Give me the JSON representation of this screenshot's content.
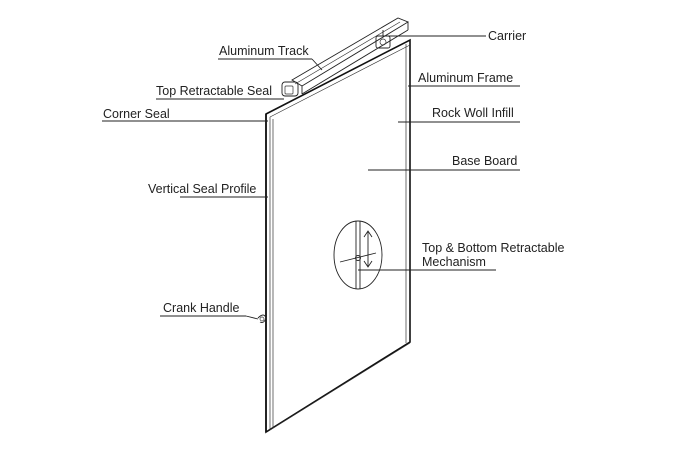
{
  "labels": {
    "aluminum_track": "Aluminum Track",
    "carrier": "Carrier",
    "top_retractable_seal": "Top Retractable Seal",
    "aluminum_frame": "Aluminum Frame",
    "corner_seal": "Corner Seal",
    "rock_wool_infill": "Rock Woll Infill",
    "base_board": "Base Board",
    "vertical_seal_profile": "Vertical Seal Profile",
    "mechanism_line1": "Top & Bottom Retractable",
    "mechanism_line2": "Mechanism",
    "crank_handle": "Crank Handle"
  },
  "colors": {
    "line": "#222222",
    "background": "#ffffff"
  }
}
